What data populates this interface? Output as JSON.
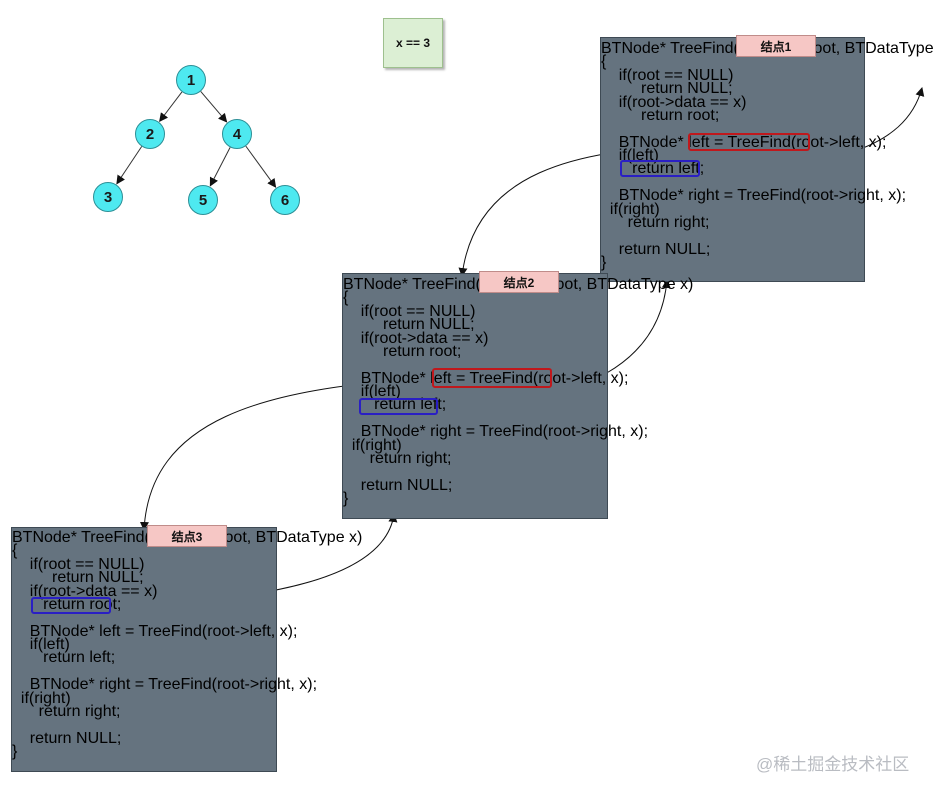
{
  "tree": {
    "nodes": [
      {
        "id": "1",
        "label": "1"
      },
      {
        "id": "2",
        "label": "2"
      },
      {
        "id": "4",
        "label": "4"
      },
      {
        "id": "3",
        "label": "3"
      },
      {
        "id": "5",
        "label": "5"
      },
      {
        "id": "6",
        "label": "6"
      }
    ],
    "edges": [
      [
        "1",
        "2"
      ],
      [
        "1",
        "4"
      ],
      [
        "2",
        "3"
      ],
      [
        "4",
        "5"
      ],
      [
        "4",
        "6"
      ]
    ]
  },
  "condition": "x == 3",
  "frames": [
    {
      "tag": "结点1",
      "lines": [
        "BTNode* TreeFind(BTNode* root, BTDataType x)",
        "{",
        "    if(root == NULL)",
        "         return NULL;",
        "    if(root->data == x)",
        "         return root;",
        "",
        "    BTNode* left = TreeFind(root->left, x);",
        "    if(left)",
        "       return left;",
        "",
        "    BTNode* right = TreeFind(root->right, x);",
        "  if(right)",
        "      return right;",
        "",
        "    return NULL;",
        "}"
      ]
    },
    {
      "tag": "结点2",
      "lines": [
        "BTNode* TreeFind(BTNode* root, BTDataType x)",
        "{",
        "    if(root == NULL)",
        "         return NULL;",
        "    if(root->data == x)",
        "         return root;",
        "",
        "    BTNode* left = TreeFind(root->left, x);",
        "    if(left)",
        "       return left;",
        "",
        "    BTNode* right = TreeFind(root->right, x);",
        "  if(right)",
        "      return right;",
        "",
        "    return NULL;",
        "}"
      ]
    },
    {
      "tag": "结点3",
      "lines": [
        "BTNode* TreeFind(BTNode* root, BTDataType x)",
        "{",
        "    if(root == NULL)",
        "         return NULL;",
        "    if(root->data == x)",
        "       return root;",
        "",
        "    BTNode* left = TreeFind(root->left, x);",
        "    if(left)",
        "       return left;",
        "",
        "    BTNode* right = TreeFind(root->right, x);",
        "  if(right)",
        "      return right;",
        "",
        "    return NULL;",
        "}"
      ]
    }
  ],
  "watermark": "@稀土掘金技术社区",
  "colors": {
    "tree_node": "#4ee9f0",
    "code_bg": "#65737f",
    "tag_bg": "#f6c7c5",
    "call_highlight": "#c0181c",
    "return_highlight": "#2a1fc4",
    "condition_bg": "#dcefd4"
  }
}
